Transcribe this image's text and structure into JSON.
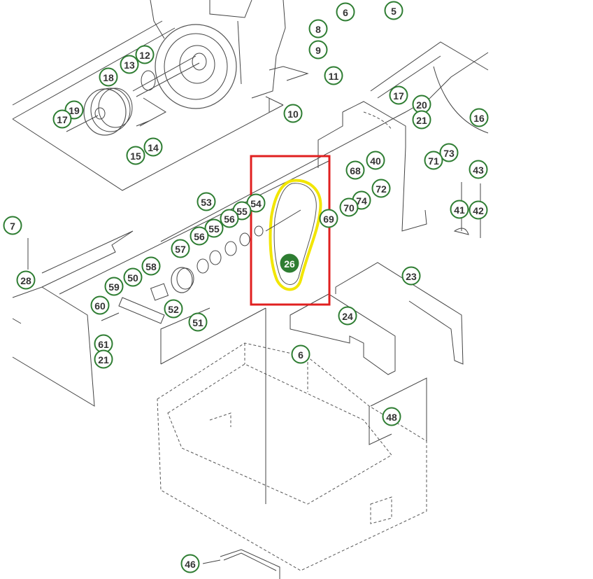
{
  "diagram": {
    "title": "Exploded parts diagram",
    "highlighted_part": "26",
    "highlight_box_color": "#e02020",
    "highlight_outline_color": "#f2e600",
    "callout_color": "#2e7d32",
    "callouts": [
      "6",
      "5",
      "8",
      "9",
      "11",
      "12",
      "13",
      "18",
      "19",
      "17",
      "15",
      "14",
      "10",
      "17",
      "20",
      "21",
      "16",
      "73",
      "71",
      "43",
      "40",
      "68",
      "72",
      "74",
      "70",
      "69",
      "41",
      "42",
      "53",
      "54",
      "55",
      "56",
      "55",
      "56",
      "57",
      "58",
      "50",
      "59",
      "60",
      "52",
      "51",
      "28",
      "7",
      "61",
      "21",
      "26",
      "23",
      "24",
      "6",
      "48",
      "46"
    ]
  }
}
